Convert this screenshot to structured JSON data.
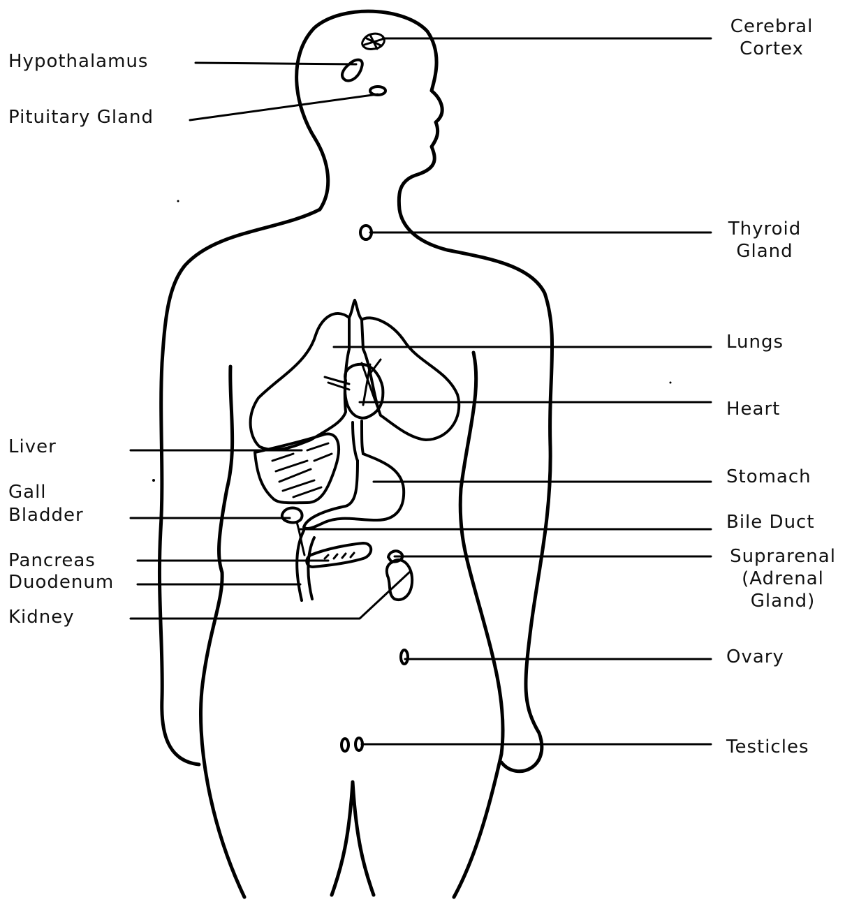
{
  "left_labels": {
    "hypothalamus": "Hypothalamus",
    "pituitary": "Pituitary Gland",
    "liver": "Liver",
    "gall_bladder_1": "Gall",
    "gall_bladder_2": "Bladder",
    "pancreas": "Pancreas",
    "duodenum": "Duodenum",
    "kidney": "Kidney"
  },
  "right_labels": {
    "cerebral_1": "Cerebral",
    "cerebral_2": "Cortex",
    "thyroid_1": "Thyroid",
    "thyroid_2": "Gland",
    "lungs": "Lungs",
    "heart": "Heart",
    "stomach": "Stomach",
    "bile_duct": "Bile Duct",
    "suprarenal_1": "Suprarenal",
    "suprarenal_2": "(Adrenal",
    "suprarenal_3": "Gland)",
    "ovary": "Ovary",
    "testicles": "Testicles"
  }
}
